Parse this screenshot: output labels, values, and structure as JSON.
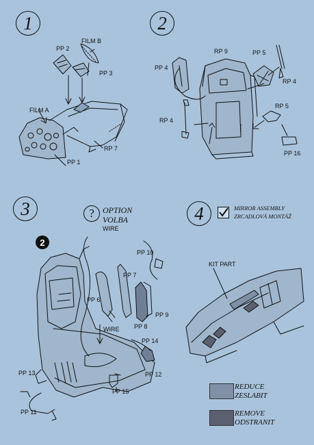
{
  "steps": {
    "s1": "1",
    "s2": "2",
    "s3": "3",
    "s4": "4"
  },
  "step1": {
    "film_b": "FILM B",
    "pp2": "PP 2",
    "pp3": "PP 3",
    "film_a": "FILM A",
    "rp7": "RP 7",
    "pp1": "PP 1"
  },
  "step2": {
    "rp9": "RP 9",
    "pp4_top": "PP 4",
    "pp5_top": "PP 5",
    "rp4_right": "RP 4",
    "rp4_left": "RP 4",
    "rp5": "RP 5",
    "pp16": "PP 16"
  },
  "step3": {
    "option": "OPTION",
    "volba": "VOLBA",
    "wire_top": "WIRE",
    "badge": "2",
    "pp10": "PP 10",
    "pp7": "PP 7",
    "pp6": "PP 6",
    "pp9": "PP 9",
    "pp8": "PP 8",
    "wire_mid": "WIRE",
    "pp14": "PP 14",
    "pp12": "PP 12",
    "pp13": "PP 13",
    "pp15": "PP 15",
    "pp11": "PP 11"
  },
  "step4": {
    "mirror_en": "MIRROR  ASSEMBLY",
    "mirror_cz": "ZRCADLOVÁ  MONTÁŽ",
    "kit_part": "KIT PART"
  },
  "legend": {
    "reduce": "REDUCE",
    "reduce_cz": "ZESLABIT",
    "remove": "REMOVE",
    "remove_cz": "ODSTRANIT",
    "reduce_color": "#7f8fa6",
    "remove_color": "#5c5f6f"
  }
}
